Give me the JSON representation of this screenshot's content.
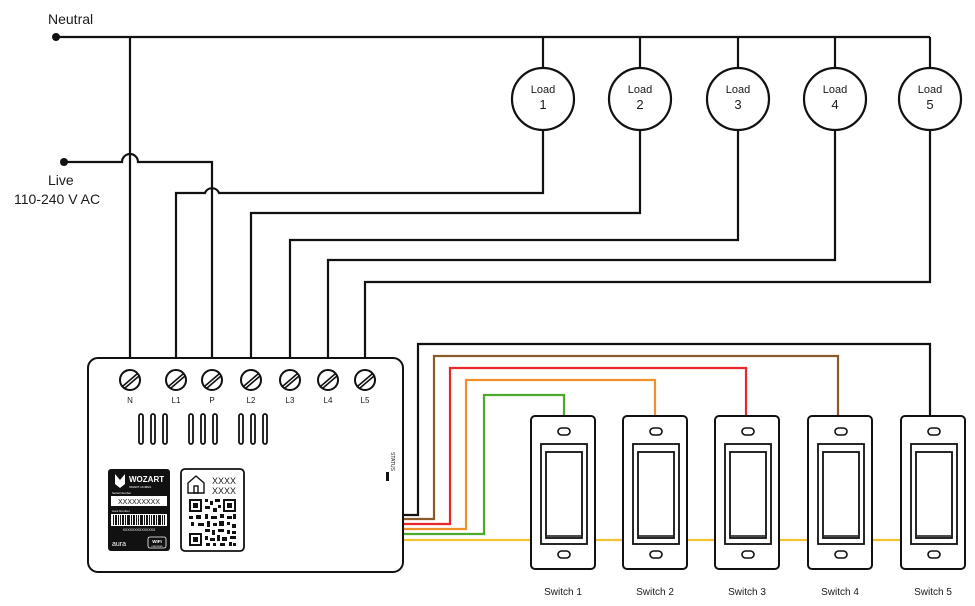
{
  "neutral_label": "Neutral",
  "live_label": "Live",
  "voltage_label": "110-240 V AC",
  "loads": [
    {
      "word": "Load",
      "num": "1"
    },
    {
      "word": "Load",
      "num": "2"
    },
    {
      "word": "Load",
      "num": "3"
    },
    {
      "word": "Load",
      "num": "4"
    },
    {
      "word": "Load",
      "num": "5"
    }
  ],
  "terminals": [
    "N",
    "L1",
    "P",
    "L2",
    "L3",
    "L4",
    "L5"
  ],
  "switches": [
    "Switch 1",
    "Switch 2",
    "Switch 3",
    "Switch 4",
    "Switch 5"
  ],
  "device": {
    "brand": "WOZART",
    "brand_sub": "SMART HOMES",
    "serial_heading": "Serial Number",
    "serial": "XXXXXXXXX",
    "aura_heading": "Aura Number",
    "barcode_number": "XXXXXXXXXXXXXX",
    "model": "aura",
    "wifi_top": "WIFI",
    "wifi_bottom": "CERTIFIED",
    "qr_line1": "XXXX",
    "qr_line2": "XXXX",
    "status_label": "STATUS"
  },
  "wire_colors": {
    "black": "#111111",
    "brown": "#8B5A2B",
    "red": "#E8262B",
    "orange": "#F0902A",
    "green": "#4DAA2E",
    "yellow": "#F2C230"
  }
}
